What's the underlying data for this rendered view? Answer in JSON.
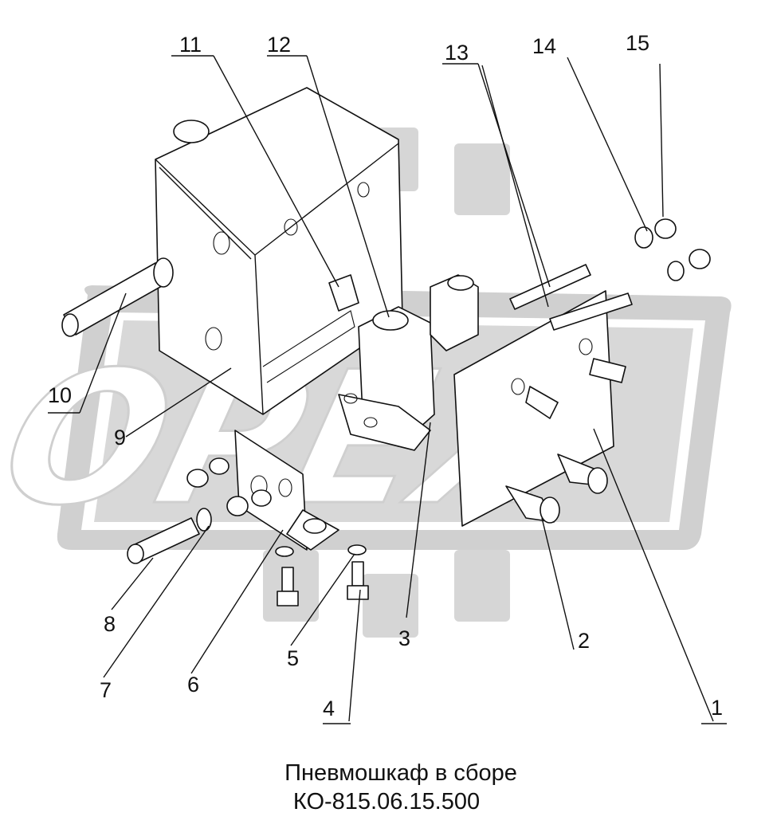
{
  "title": "Пневмошкаф в сборе",
  "code": "КО-815.06.15.500",
  "watermark": "OPEX",
  "callouts": [
    {
      "num": "1"
    },
    {
      "num": "2"
    },
    {
      "num": "3"
    },
    {
      "num": "4"
    },
    {
      "num": "5"
    },
    {
      "num": "6"
    },
    {
      "num": "7"
    },
    {
      "num": "8"
    },
    {
      "num": "9"
    },
    {
      "num": "10"
    },
    {
      "num": "11"
    },
    {
      "num": "12"
    },
    {
      "num": "13"
    },
    {
      "num": "14"
    },
    {
      "num": "15"
    }
  ],
  "colors": {
    "ink": "#111111",
    "watermark": "#d0d0d0",
    "background": "#ffffff"
  }
}
